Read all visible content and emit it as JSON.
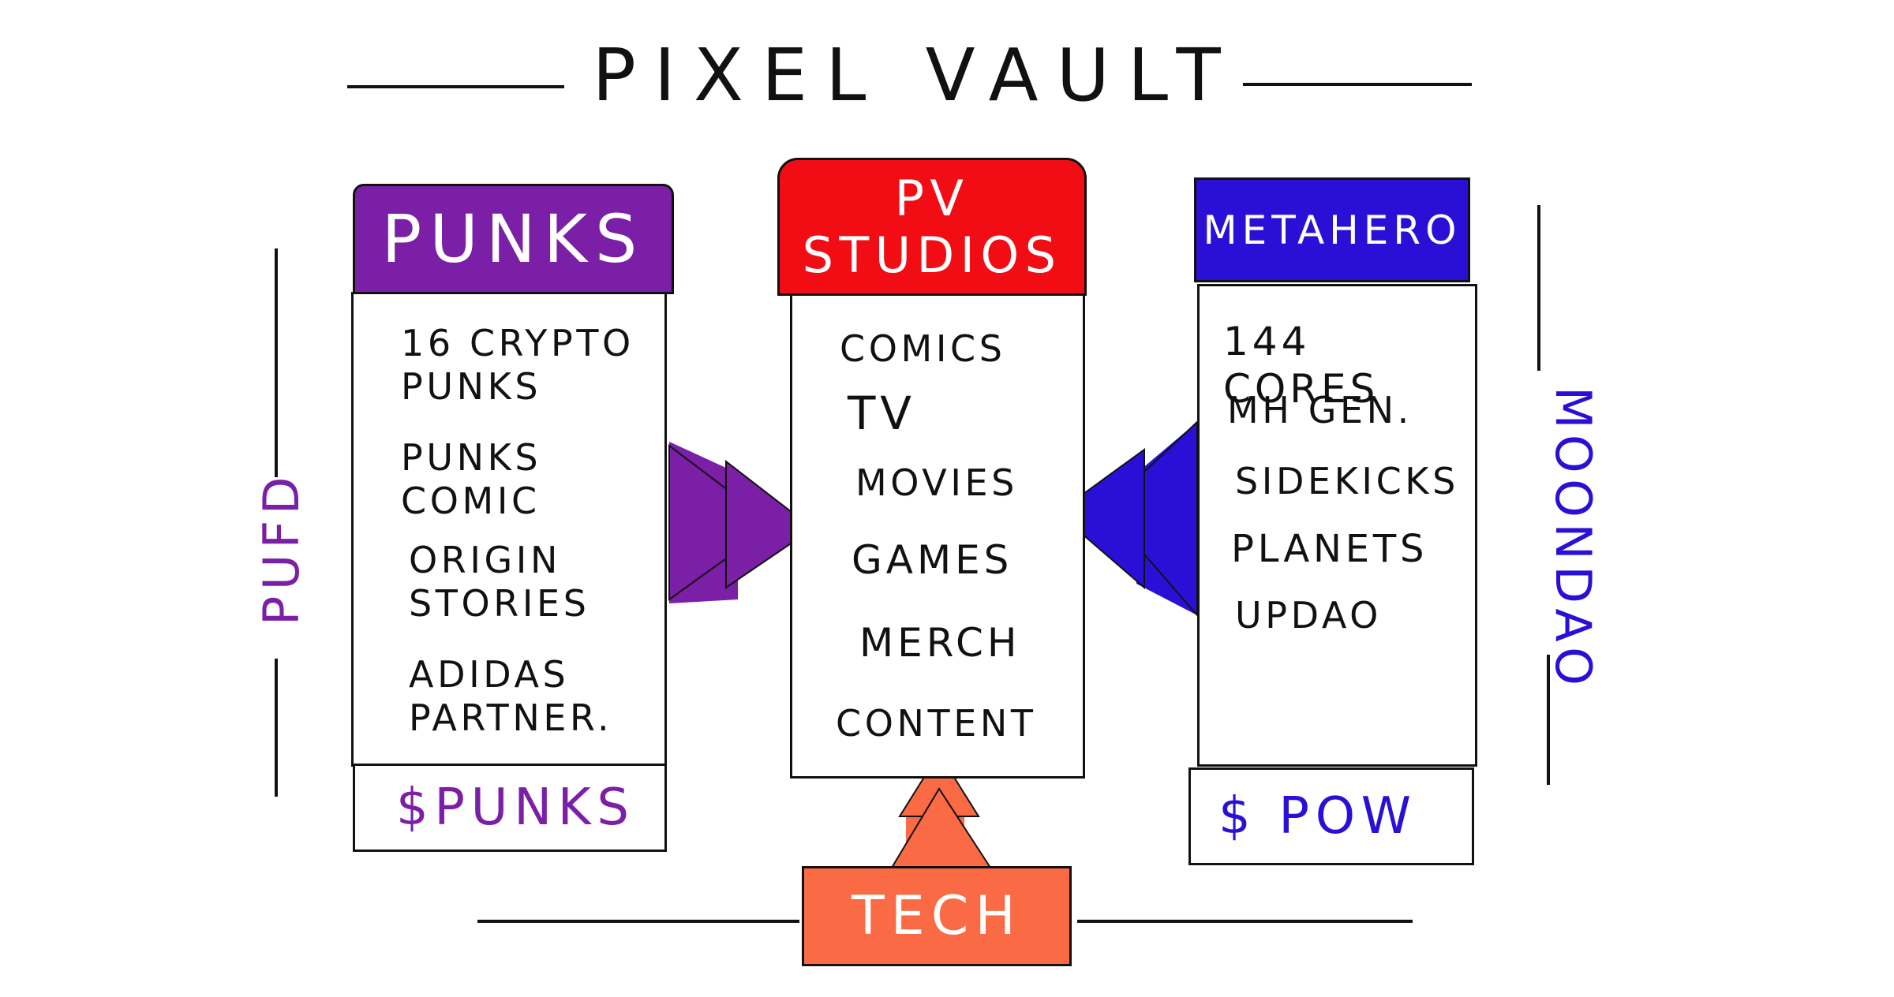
{
  "title": "PIXEL VAULT",
  "colors": {
    "punks_purple": "#7a1fa6",
    "pv_red": "#f20c14",
    "metahero_blue": "#2a10d6",
    "tech_orange": "#fa6a44",
    "ink": "#111111"
  },
  "punks": {
    "header": "PUNKS",
    "items": [
      "16 CRYPTO\nPUNKS",
      "PUNKS\nCOMIC",
      "ORIGIN\nSTORIES",
      "ADIDAS\nPARTNER."
    ],
    "token": "$PUNKS",
    "side_label": "PUFD"
  },
  "pv_studios": {
    "header": "PV\nSTUDIOS",
    "items": [
      "COMICS",
      "TV",
      "MOVIES",
      "GAMES",
      "MERCH",
      "CONTENT"
    ]
  },
  "metahero": {
    "header": "METAHERO",
    "items": [
      "144 CORES",
      "MH GEN.",
      "SIDEKICKS",
      "PLANETS",
      "UPDAO"
    ],
    "token": "$ POW",
    "side_label": "MOONDAO"
  },
  "tech": {
    "label": "TECH"
  }
}
